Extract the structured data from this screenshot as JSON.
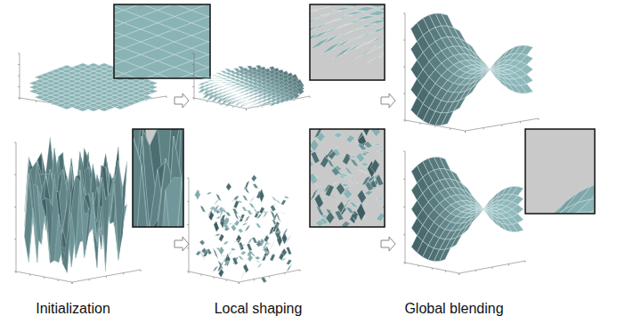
{
  "diagram": {
    "labels": [
      "Initialization",
      "Local shaping",
      "Global blending"
    ]
  }
}
